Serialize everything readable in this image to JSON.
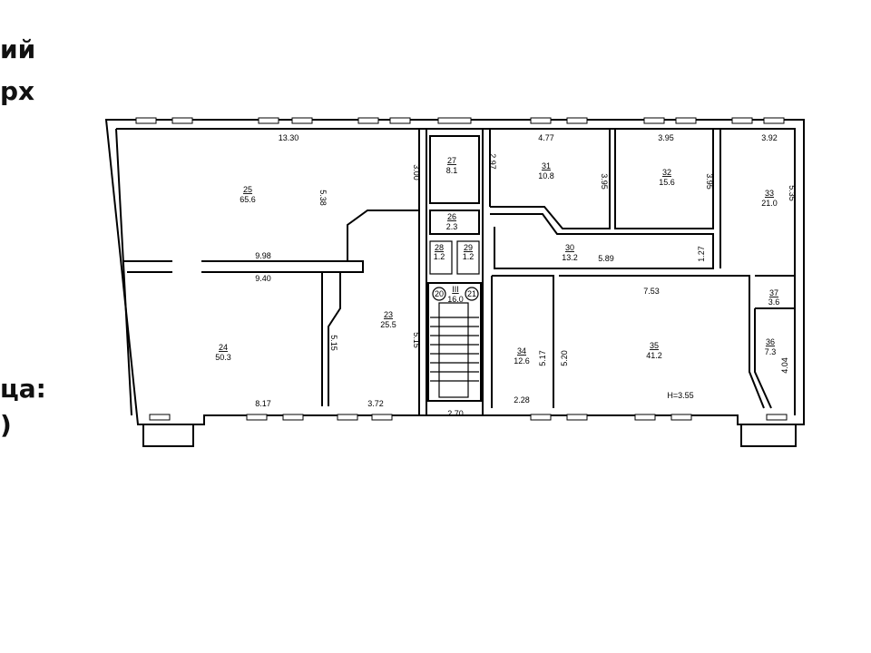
{
  "side_text": [
    "ий",
    "рх",
    "ца:",
    ")"
  ],
  "rooms": [
    {
      "id": "25",
      "area": "65.6"
    },
    {
      "id": "27",
      "area": "8.1"
    },
    {
      "id": "26",
      "area": "2.3"
    },
    {
      "id": "28",
      "area": "1.2"
    },
    {
      "id": "29",
      "area": "1.2"
    },
    {
      "id": "31",
      "area": "10.8"
    },
    {
      "id": "32",
      "area": "15.6"
    },
    {
      "id": "33",
      "area": "21.0"
    },
    {
      "id": "30",
      "area": "13.2"
    },
    {
      "id": "24",
      "area": "50.3"
    },
    {
      "id": "23",
      "area": "25.5"
    },
    {
      "id": "III",
      "area": "16.0"
    },
    {
      "id": "34",
      "area": "12.6"
    },
    {
      "id": "35",
      "area": "41.2"
    },
    {
      "id": "37",
      "area": "3.6"
    },
    {
      "id": "36",
      "area": "7.3"
    }
  ],
  "stair_marks": [
    "20",
    "21"
  ],
  "dimensions": [
    "13.30",
    "3.00",
    "5.38",
    "9.98",
    "9.40",
    "5.15",
    "8.17",
    "3.72",
    "5.15",
    "2.70",
    "2.97",
    "4.77",
    "3.95",
    "3.95",
    "3.95",
    "3.92",
    "5.35",
    "5.89",
    "1.27",
    "7.53",
    "5.17",
    "5.20",
    "2.28",
    "H=3.55",
    "4.04"
  ]
}
